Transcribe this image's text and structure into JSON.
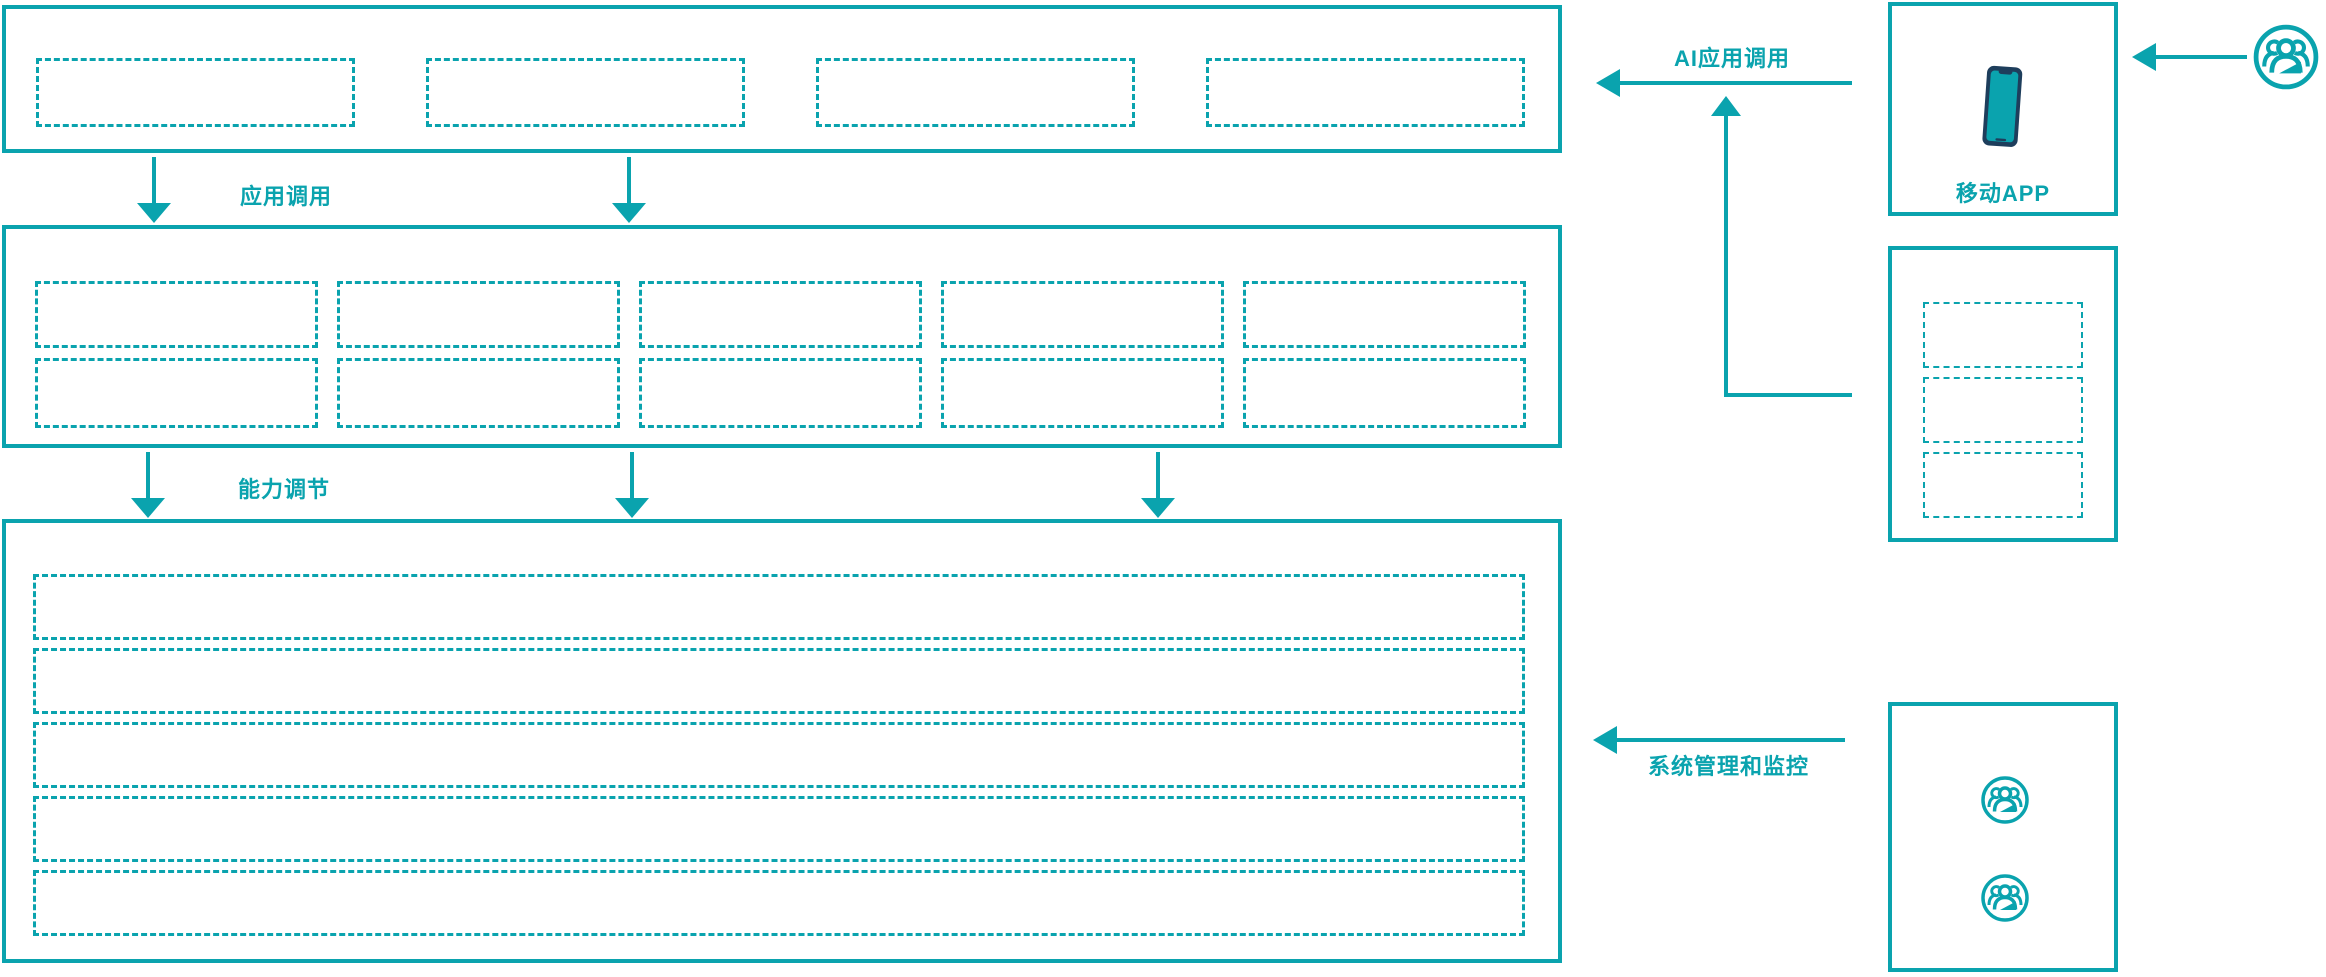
{
  "colors": {
    "teal": "#0AA3AE",
    "navy": "#1E3E5C"
  },
  "flow_labels": {
    "app_call": "应用调用",
    "capability_tuning": "能力调节",
    "ai_app_call": "AI应用调用",
    "system_management": "系统管理和监控"
  },
  "right_column": {
    "mobile_app": {
      "label": "移动APP",
      "icon": "smartphone-icon"
    },
    "stack_panel": {
      "slot_count": 3
    },
    "admin_panel": {
      "user_icon_count": 2,
      "icon": "user-group-icon"
    },
    "external_user": {
      "icon": "user-group-icon"
    }
  },
  "panels": {
    "top": {
      "slot_count": 4
    },
    "middle": {
      "row_count": 2,
      "slots_per_row": 5
    },
    "bottom": {
      "row_count": 5
    }
  }
}
